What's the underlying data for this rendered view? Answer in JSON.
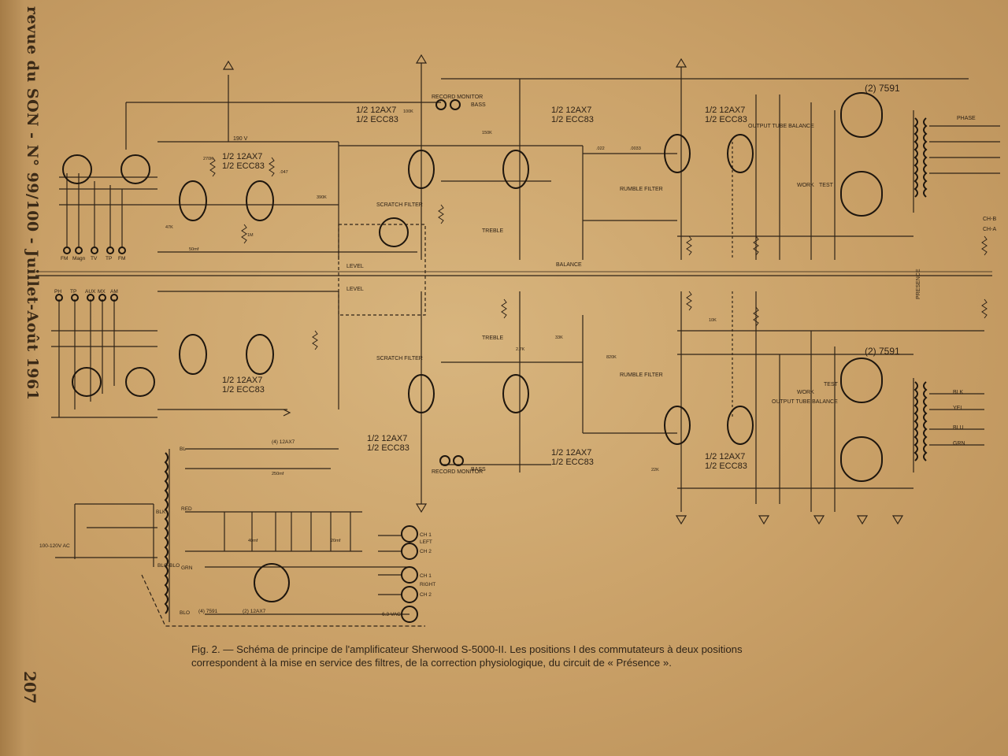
{
  "side_header": "revue du SON - N° 99/100 - Juillet-Août 1961",
  "page_number": "207",
  "caption": {
    "line1": "Fig. 2. — Schéma de principe de l'amplificateur Sherwood S-5000-II. Les positions I des commutateurs à deux positions",
    "line2": "correspondent à la mise en service des filtres, de la correction physiologique, du circuit de « Présence »."
  },
  "tube_labels": {
    "pre_top": [
      "1/2 12AX7",
      "1/2 ECC83"
    ],
    "pre_bottom": [
      "1/2 12AX7",
      "1/2 ECC83"
    ],
    "tone_top": [
      "1/2 12AX7",
      "1/2 ECC83"
    ],
    "tone_bottom": [
      "1/2 12AX7",
      "1/2 ECC83"
    ],
    "driver_top": [
      "1/2 12AX7",
      "1/2 ECC83"
    ],
    "driver_bottom": [
      "1/2 12AX7",
      "1/2 ECC83"
    ],
    "output_top": "(2) 7591",
    "output_bottom": "(2) 7591"
  },
  "control_labels": {
    "record_monitor_top": "RECORD MONITOR",
    "record_monitor_bottom": "RECORD MONITOR",
    "bass_top": "BASS",
    "bass_bottom": "BASS",
    "treble_top": "TREBLE",
    "treble_bottom": "TREBLE",
    "scratch_filter_top": "SCRATCH FILTER",
    "scratch_filter_bottom": "SCRATCH FILTER",
    "rumble_filter_top": "RUMBLE FILTER",
    "rumble_filter_bottom": "RUMBLE FILTER",
    "level_top": "LEVEL",
    "level_bottom": "LEVEL",
    "balance": "BALANCE",
    "presence": "PRESENCE",
    "output_tube_balance_top": "OUTPUT TUBE BALANCE",
    "output_tube_balance_bottom": "OUTPUT TUBE BALANCE",
    "work_top": "WORK",
    "test_top": "TEST",
    "work_bottom": "WORK",
    "test_bottom": "TEST",
    "phase": "PHASE",
    "voltage_b_plus": "190 V"
  },
  "input_labels": {
    "top": [
      "FM",
      "Magn",
      "TV",
      "TP",
      "FM"
    ],
    "bottom": [
      "PH",
      "TP",
      "AUX",
      "MX",
      "AM"
    ]
  },
  "output_labels": [
    "BLK",
    "YEL",
    "BLU",
    "GRN",
    "CH-B",
    "CH-A"
  ],
  "power_supply": {
    "mains": "100-120V AC",
    "pilot": "6.3 VAC",
    "rectifier": "(4) 12AX7",
    "outputs": [
      "CH 1",
      "LEFT",
      "CH 2",
      "CH 1",
      "RIGHT",
      "CH 2"
    ],
    "output_tubes": "(4) 7591",
    "rectifier_tube": "(2) 12AX7",
    "transformer_taps": [
      "BL",
      "RED",
      "BLK",
      "GRN",
      "BLO-BLO",
      "BLO"
    ]
  },
  "component_values": [
    "270K",
    "47K",
    "1M",
    "150K",
    "100K",
    "390K",
    "33K",
    "820K",
    "22K",
    "10K",
    "2.7K",
    ".047",
    ".022",
    ".0033",
    "50mf",
    "40mf",
    "20mf",
    "250mf"
  ]
}
